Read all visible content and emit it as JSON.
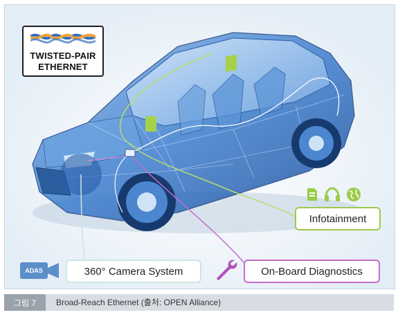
{
  "logo": {
    "line1": "TWISTED-PAIR",
    "line2": "ETHERNET"
  },
  "labels": {
    "infotainment": "Infotainment",
    "camera": "360° Camera System",
    "diagnostics": "On-Board Diagnostics",
    "adas": "ADAS"
  },
  "icons": [
    "document-icon",
    "headphones-icon",
    "globe-icon",
    "wrench-icon",
    "camera-icon"
  ],
  "colors": {
    "infotainment": "#9ccb4a",
    "diagnostics": "#c46cc8",
    "camera": "#c9e6e4",
    "adas": "#5b8fc9"
  },
  "caption": {
    "tag": "그림 7",
    "text": "Broad-Reach Ethernet (출처: OPEN Alliance)"
  }
}
